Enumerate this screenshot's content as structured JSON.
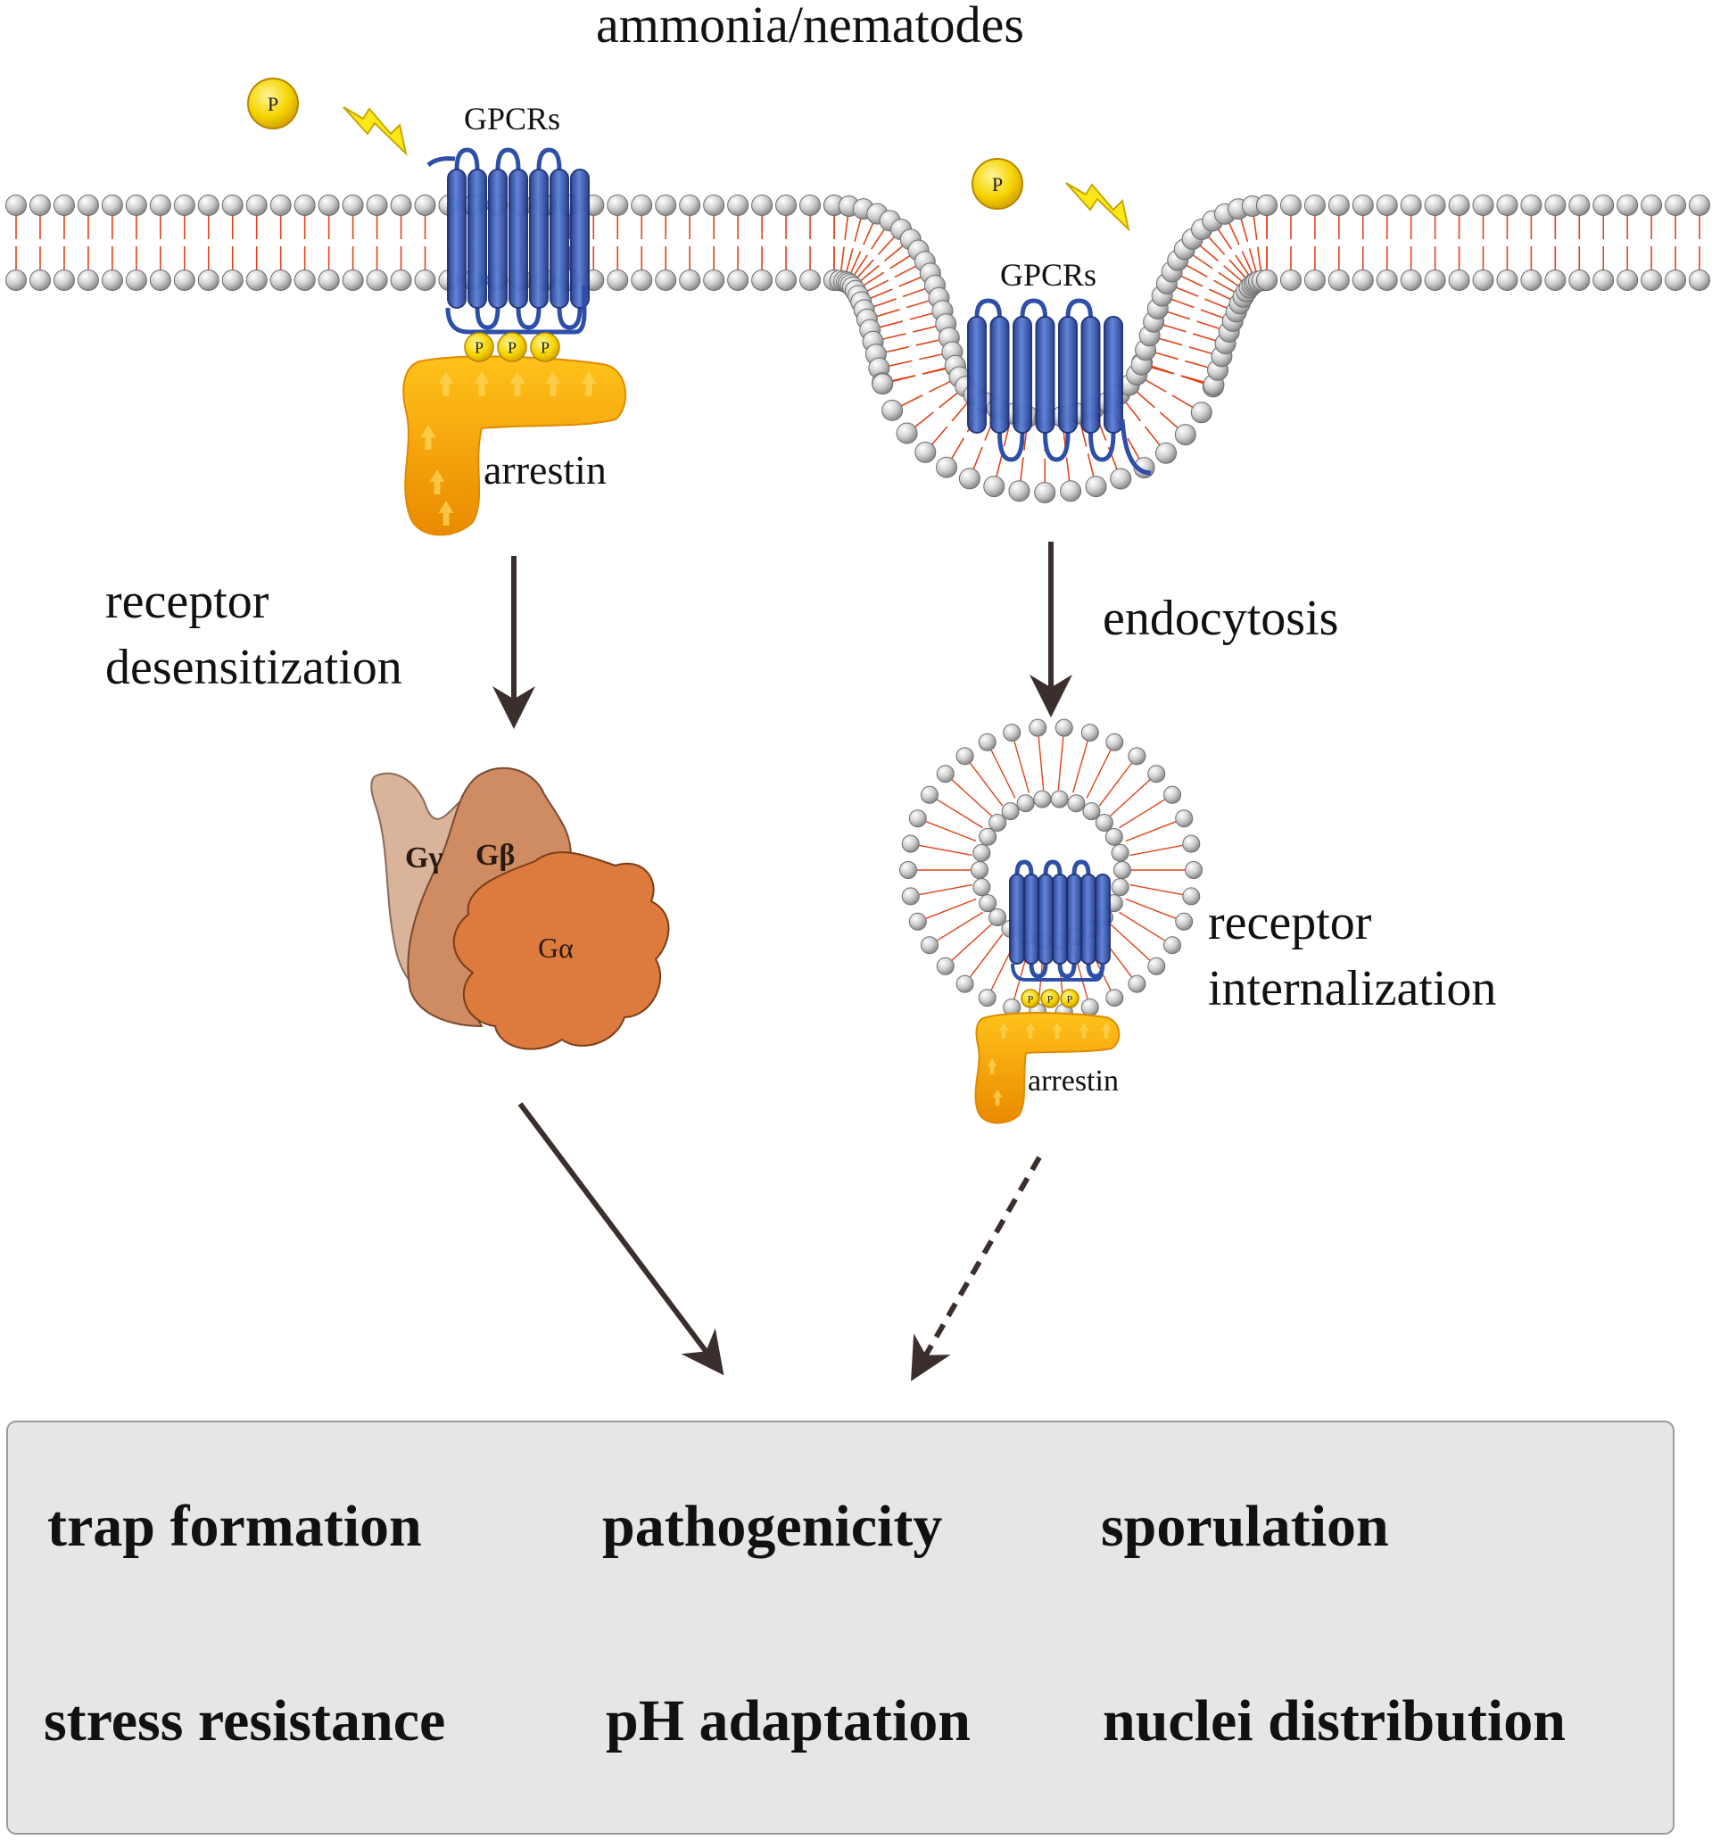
{
  "stimulus_label": "ammonia/nematodes",
  "phospho_label": "P",
  "receptor_label": "GPCRs",
  "adaptor_label": "arrestin",
  "left_process": {
    "line1": "receptor",
    "line2": "desensitization"
  },
  "right_process": "endocytosis",
  "internalization": {
    "line1": "receptor",
    "line2": "internalization"
  },
  "g_protein": {
    "gamma": "Gγ",
    "beta": "Gβ",
    "alpha": "Gα"
  },
  "outcomes": {
    "row1": [
      "trap formation",
      "pathogenicity",
      "sporulation"
    ],
    "row2": [
      "stress resistance",
      "pH adaptation",
      "nuclei distribution"
    ]
  },
  "colors": {
    "lipid_head": "#bdbdbd",
    "lipid_tail": "#e0431a",
    "receptor": "#2e4fa8",
    "arrestin": "#f2a30b",
    "phosphate": "#f2d100",
    "g_gamma": "#d9b49a",
    "g_beta": "#cf8b62",
    "g_alpha": "#dd7a3e",
    "arrow": "#3a2f2d",
    "outcome_box": "#e6e6e6"
  }
}
